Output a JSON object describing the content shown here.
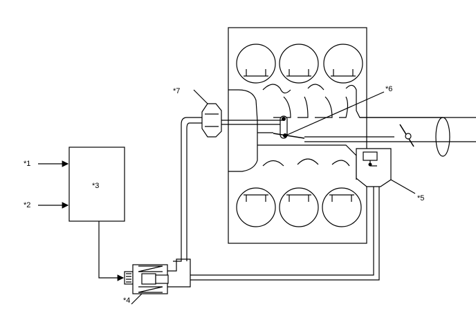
{
  "diagram": {
    "labels": {
      "input_1": "*1",
      "input_2": "*2",
      "control_unit": "*3",
      "vsv": "*4",
      "vacuum_tank": "*5",
      "control_valve": "*6",
      "actuator": "*7"
    }
  }
}
